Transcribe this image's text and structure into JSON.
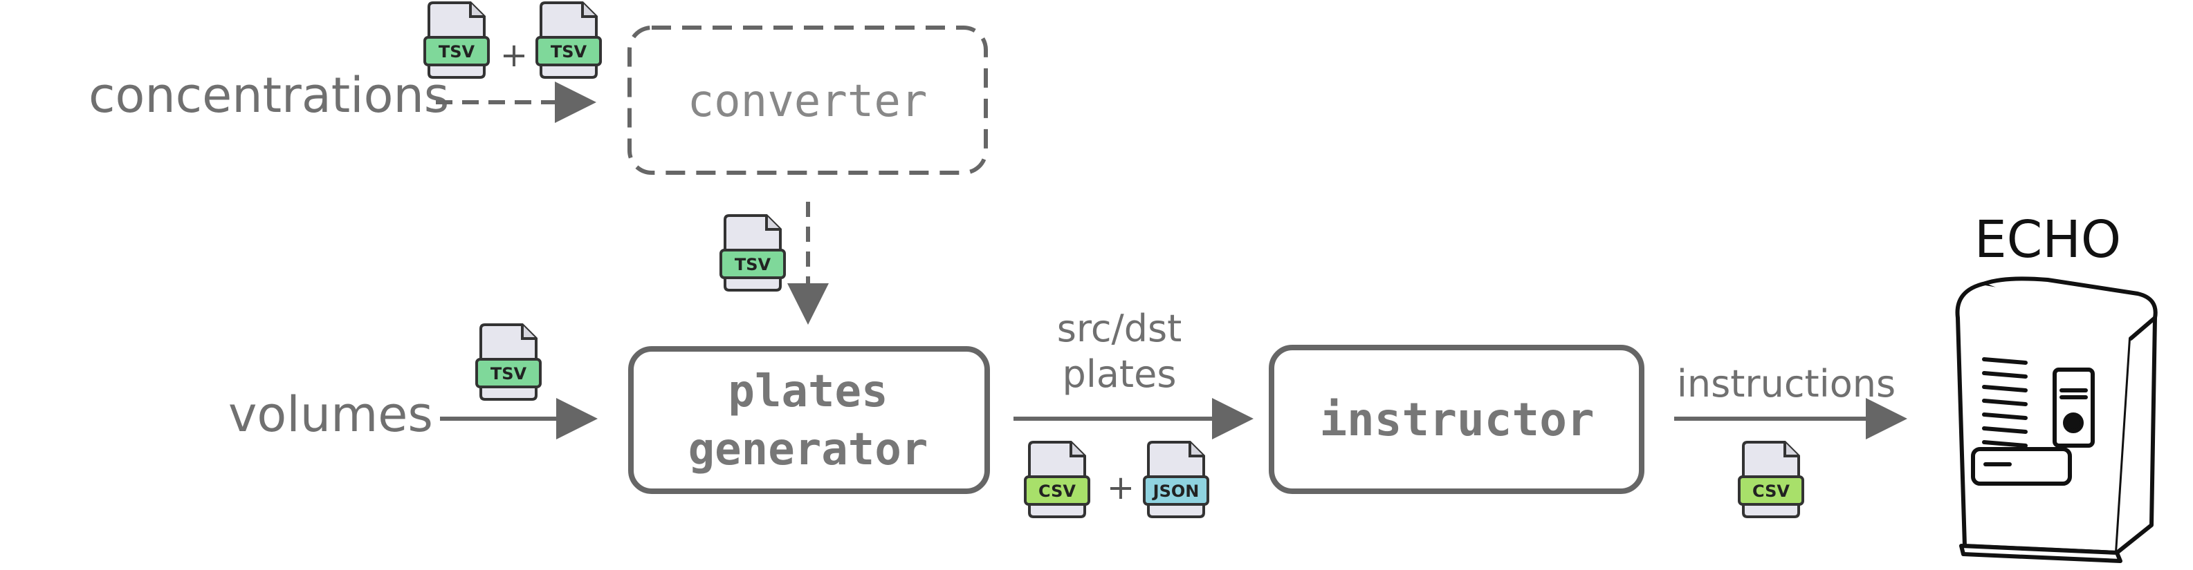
{
  "nodes": {
    "converter": "converter",
    "plates_generator_line1": "plates",
    "plates_generator_line2": "generator",
    "instructor": "instructor",
    "echo": "ECHO"
  },
  "inputs": {
    "concentrations": "concentrations",
    "volumes": "volumes"
  },
  "edges": {
    "src_dst_line1": "src/dst",
    "src_dst_line2": "plates",
    "instructions": "instructions"
  },
  "files": {
    "tsv_a": {
      "label": "TSV",
      "color": "#7fd89a"
    },
    "tsv_b": {
      "label": "TSV",
      "color": "#7fd89a"
    },
    "tsv_converter": {
      "label": "TSV",
      "color": "#7fd89a"
    },
    "tsv_volumes": {
      "label": "TSV",
      "color": "#7fd89a"
    },
    "csv_plates": {
      "label": "CSV",
      "color": "#a8e06a"
    },
    "json_plates": {
      "label": "JSON",
      "color": "#8fd3e0"
    },
    "csv_instructions": {
      "label": "CSV",
      "color": "#a8e06a"
    }
  },
  "plus_signs": {
    "tsv_plus": "+",
    "csv_json_plus": "+"
  },
  "colors": {
    "stroke": "#666666",
    "text": "#707070",
    "echo_stroke": "#111111"
  }
}
